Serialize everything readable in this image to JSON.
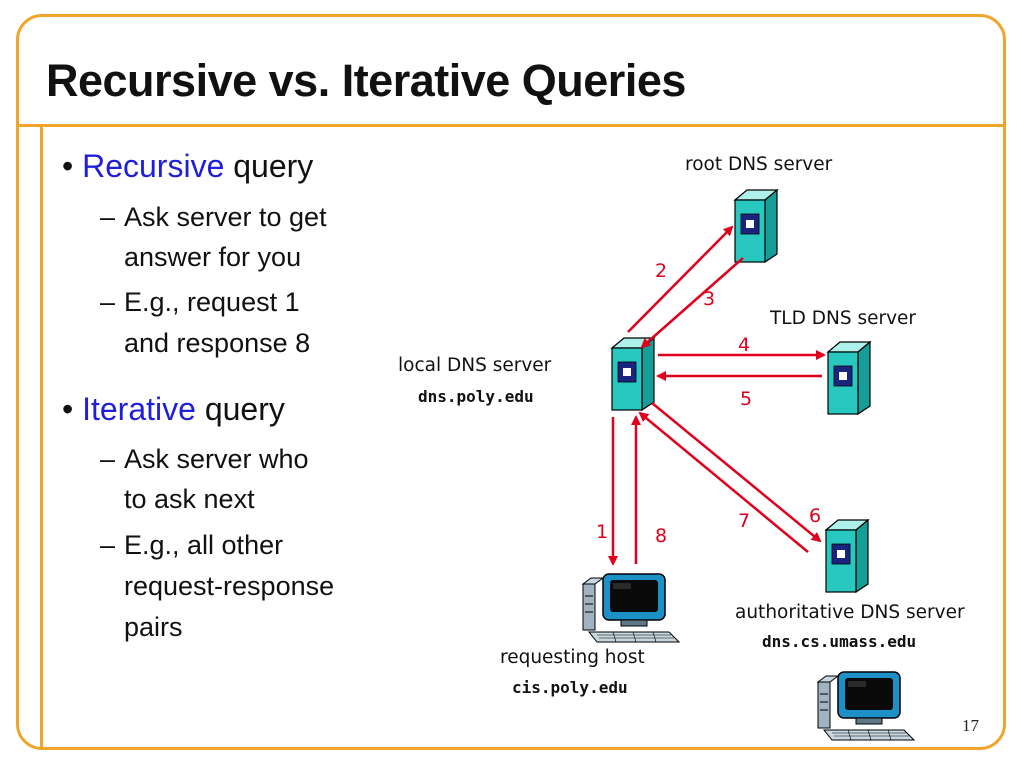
{
  "slide": {
    "title": "Recursive vs. Iterative Queries",
    "page_number": "17"
  },
  "bullets": [
    {
      "keyword": "Recursive",
      "rest": " query",
      "subitems": [
        [
          "Ask server to get",
          "answer for you"
        ],
        [
          "E.g., request 1",
          "and response 8"
        ]
      ]
    },
    {
      "keyword": "Iterative",
      "rest": " query",
      "subitems": [
        [
          "Ask server who",
          "to ask next"
        ],
        [
          "E.g., all other",
          "request-response",
          "pairs"
        ]
      ]
    }
  ],
  "diagram": {
    "root_server": {
      "label": "root DNS server"
    },
    "tld_server": {
      "label": "TLD DNS server"
    },
    "local_server": {
      "label": "local DNS server",
      "host": "dns.poly.edu"
    },
    "auth_server": {
      "label": "authoritative DNS server",
      "host": "dns.cs.umass.edu"
    },
    "requesting_host": {
      "label": "requesting host",
      "host": "cis.poly.edu"
    },
    "steps": [
      "1",
      "2",
      "3",
      "4",
      "5",
      "6",
      "7",
      "8"
    ],
    "arrow_color": "#e0001b",
    "server_color": "#28c8c0"
  }
}
